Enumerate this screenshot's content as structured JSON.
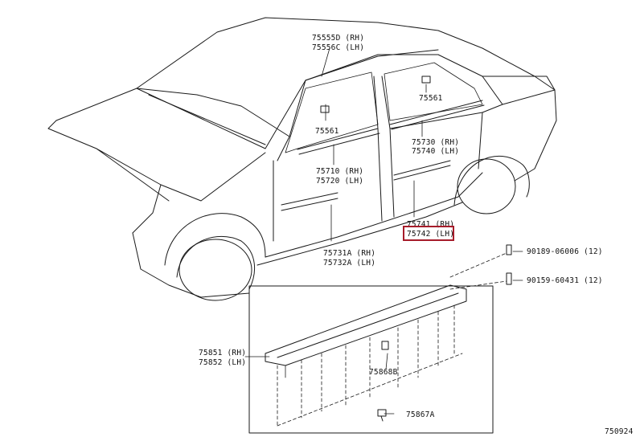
{
  "callouts": {
    "p75555": {
      "rh": "75555D (RH)",
      "lh": "75556C (LH)"
    },
    "p75561a": "75561",
    "p75561b": "75561",
    "p75730": {
      "rh": "75730 (RH)",
      "lh": "75740 (LH)"
    },
    "p75710": {
      "rh": "75710 (RH)",
      "lh": "75720 (LH)"
    },
    "p75741": {
      "rh": "75741 (RH)",
      "lh": "75742 (LH)"
    },
    "p75731": {
      "rh": "75731A (RH)",
      "lh": "75732A (LH)"
    },
    "p90189": "90189-06006 (12)",
    "p90159": "90159-60431 (12)",
    "p75851": {
      "rh": "75851 (RH)",
      "lh": "75852 (LH)"
    },
    "p75868": "75868B",
    "p75867": "75867A"
  },
  "figure_id": "750924",
  "highlight": {
    "part": "75742 (LH)",
    "color": "#a61c2a"
  }
}
